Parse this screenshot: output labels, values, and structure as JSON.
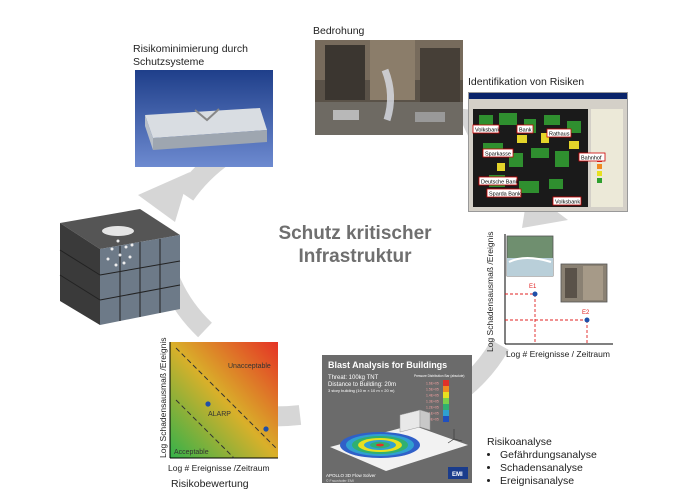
{
  "center_title": [
    "Schutz kritischer",
    "Infrastruktur"
  ],
  "labels": {
    "bedrohung": "Bedrohung",
    "risikominimierung": [
      "Risikominimierung durch",
      "Schutzsysteme"
    ],
    "identifikation": "Identifikation von Risiken",
    "risikobewertung": "Risikobewertung"
  },
  "map_labels": [
    "Volksbank",
    "Bank",
    "Rathaus",
    "Sparkasse",
    "Bahnhof",
    "Deutsche Bank",
    "Sparda Bank",
    "Volksbank"
  ],
  "frequency_plot": {
    "ylabel": "Log Schadensausmaß /Ereignis",
    "xlabel": "Log # Ereignisse / Zeitraum",
    "points": [
      "E1",
      "E2"
    ]
  },
  "alarp_plot": {
    "ylabel": "Log Schadensausmaß /Ereignis",
    "xlabel": "Log # Ereignisse /Zeitraum",
    "unacceptable": "Unacceptable",
    "alarp": "ALARP",
    "acceptable": "Acceptable"
  },
  "blast": {
    "title": "Blast Analysis for Buildings",
    "threat": "Threat: 100kg TNT",
    "distance": "Distance to Building: 20m",
    "building": "3 story building (10 m × 10 m × 20 m)",
    "legend_title": "Pressure Distribution Bar (absolute)",
    "legend_values": [
      "1.6E+05",
      "1.5E+05",
      "1.4E+05",
      "1.3E+05",
      "1.2E+05",
      "1.1E+05",
      "1.0E+05"
    ],
    "footer": "APOLLO 3D Flow Solver",
    "copyright": "© Fraunhofer EMI",
    "logo": "EMI"
  },
  "risikoanalyse": {
    "title": "Risikoanalyse",
    "items": [
      "Gefährdungsanalyse",
      "Schadensanalyse",
      "Ereignisanalyse"
    ]
  },
  "colors": {
    "arrow": "#d6d6d6",
    "title": "#6f6f6f",
    "unacceptable": "#e53225",
    "acceptable": "#33b14a",
    "point": "#1f4fa8",
    "guide": "#e02020"
  }
}
